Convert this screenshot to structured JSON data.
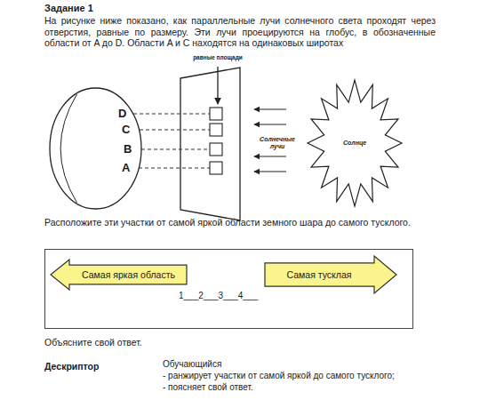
{
  "diagram": {
    "title": "Задание 1",
    "nodes": [
      {
        "text": [
          "D",
          "C",
          "B",
          "A"
        ]
      },
      {
        "text": [
          "Солнце"
        ]
      },
      {
        "text": [
          "1___2___3___4___"
        ]
      },
      {
        "text": [
          "Самая яркая область"
        ],
        "in": 2
      },
      {
        "text": [
          "Самая тусклая"
        ],
        "in": 2
      }
    ],
    "labels": [
      "На рисунке ниже показано, как параллельные лучи солнечного света проходят через отверстия, равные по размеру. Эти лучи проецируются на глобус, в обозначенные области от A до D. Области A и C находятся на одинаковых широтах",
      "равные площади",
      "Солнечные лучи",
      "Расположите эти участки от самой яркой области земного шара до самого тусклого.",
      "Объясните свой ответ.",
      "Дескриптор",
      "Обучающийся",
      "- ранжирует участки от самой яркой до самого тусклого;",
      "- поясняет свой ответ."
    ]
  }
}
